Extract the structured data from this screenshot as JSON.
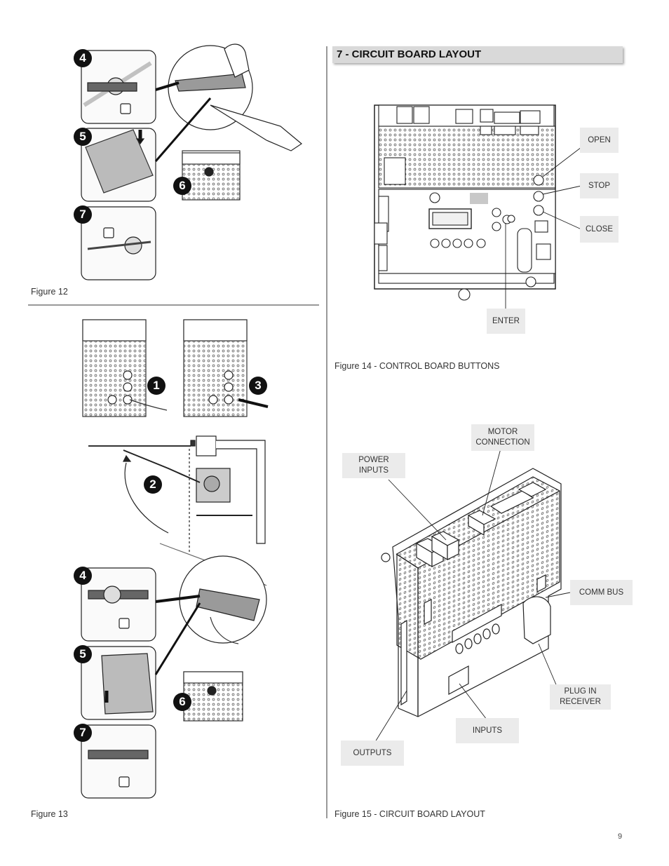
{
  "left": {
    "figure12_caption": "Figure 12",
    "figure13_caption": "Figure 13",
    "figure12_steps": [
      "4",
      "5",
      "6",
      "7"
    ],
    "figure13_steps": [
      "1",
      "2",
      "3",
      "4",
      "5",
      "6",
      "7"
    ]
  },
  "right": {
    "section_title": "7 - CIRCUIT BOARD LAYOUT",
    "figure14": {
      "caption": "Figure 14 - CONTROL BOARD BUTTONS",
      "callouts": {
        "open": "OPEN",
        "stop": "STOP",
        "close": "CLOSE",
        "enter": "ENTER"
      }
    },
    "figure15": {
      "caption": "Figure 15 - CIRCUIT BOARD LAYOUT",
      "callouts": {
        "motor_connection": "MOTOR\nCONNECTION",
        "power_inputs": "POWER\nINPUTS",
        "comm_bus": "COMM BUS",
        "plug_in_receiver": "PLUG IN\nRECEIVER",
        "inputs": "INPUTS",
        "outputs": "OUTPUTS"
      }
    }
  },
  "page_number": "9"
}
